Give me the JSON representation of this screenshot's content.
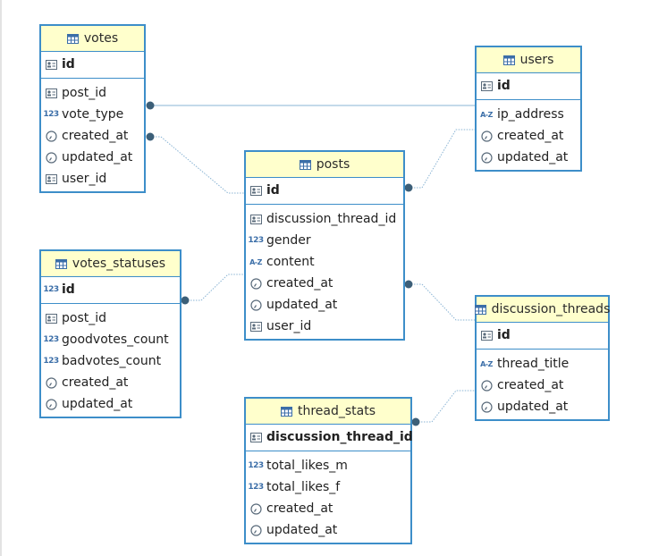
{
  "colors": {
    "border": "#3d8ec9",
    "header_bg": "#ffffcc",
    "connector": "#8ab4d4",
    "endpoint": "#3c5f78"
  },
  "tables": {
    "votes": {
      "title": "votes",
      "pk": [
        {
          "name": "id",
          "icon": "key-column-icon"
        }
      ],
      "columns": [
        {
          "name": "post_id",
          "icon": "key-column-icon"
        },
        {
          "name": "vote_type",
          "icon": "numeric-type-icon"
        },
        {
          "name": "created_at",
          "icon": "clock-icon"
        },
        {
          "name": "updated_at",
          "icon": "clock-icon"
        },
        {
          "name": "user_id",
          "icon": "key-column-icon"
        }
      ]
    },
    "users": {
      "title": "users",
      "pk": [
        {
          "name": "id",
          "icon": "key-column-icon"
        }
      ],
      "columns": [
        {
          "name": "ip_address",
          "icon": "text-type-icon"
        },
        {
          "name": "created_at",
          "icon": "clock-icon"
        },
        {
          "name": "updated_at",
          "icon": "clock-icon"
        }
      ]
    },
    "posts": {
      "title": "posts",
      "pk": [
        {
          "name": "id",
          "icon": "key-column-icon"
        }
      ],
      "columns": [
        {
          "name": "discussion_thread_id",
          "icon": "key-column-icon"
        },
        {
          "name": "gender",
          "icon": "numeric-type-icon"
        },
        {
          "name": "content",
          "icon": "text-type-icon"
        },
        {
          "name": "created_at",
          "icon": "clock-icon"
        },
        {
          "name": "updated_at",
          "icon": "clock-icon"
        },
        {
          "name": "user_id",
          "icon": "key-column-icon"
        }
      ]
    },
    "votes_statuses": {
      "title": "votes_statuses",
      "pk": [
        {
          "name": "id",
          "icon": "numeric-type-icon"
        }
      ],
      "columns": [
        {
          "name": "post_id",
          "icon": "key-column-icon"
        },
        {
          "name": "goodvotes_count",
          "icon": "numeric-type-icon"
        },
        {
          "name": "badvotes_count",
          "icon": "numeric-type-icon"
        },
        {
          "name": "created_at",
          "icon": "clock-icon"
        },
        {
          "name": "updated_at",
          "icon": "clock-icon"
        }
      ]
    },
    "discussion_threads": {
      "title": "discussion_threads",
      "pk": [
        {
          "name": "id",
          "icon": "key-column-icon"
        }
      ],
      "columns": [
        {
          "name": "thread_title",
          "icon": "text-type-icon"
        },
        {
          "name": "created_at",
          "icon": "clock-icon"
        },
        {
          "name": "updated_at",
          "icon": "clock-icon"
        }
      ]
    },
    "thread_stats": {
      "title": "thread_stats",
      "pk": [
        {
          "name": "discussion_thread_id",
          "icon": "key-column-icon"
        }
      ],
      "columns": [
        {
          "name": "total_likes_m",
          "icon": "numeric-type-icon"
        },
        {
          "name": "total_likes_f",
          "icon": "numeric-type-icon"
        },
        {
          "name": "created_at",
          "icon": "clock-icon"
        },
        {
          "name": "updated_at",
          "icon": "clock-icon"
        }
      ]
    }
  },
  "relationships": [
    {
      "from": "votes.vote_type",
      "to": "users.ip_address"
    },
    {
      "from": "votes.created_at",
      "to": "posts.id"
    },
    {
      "from": "votes_statuses.id",
      "to": "posts.content"
    },
    {
      "from": "posts.id",
      "to": "users.created_at"
    },
    {
      "from": "posts.created_at",
      "to": "discussion_threads.title"
    },
    {
      "from": "thread_stats.title",
      "to": "discussion_threads.created_at"
    }
  ]
}
